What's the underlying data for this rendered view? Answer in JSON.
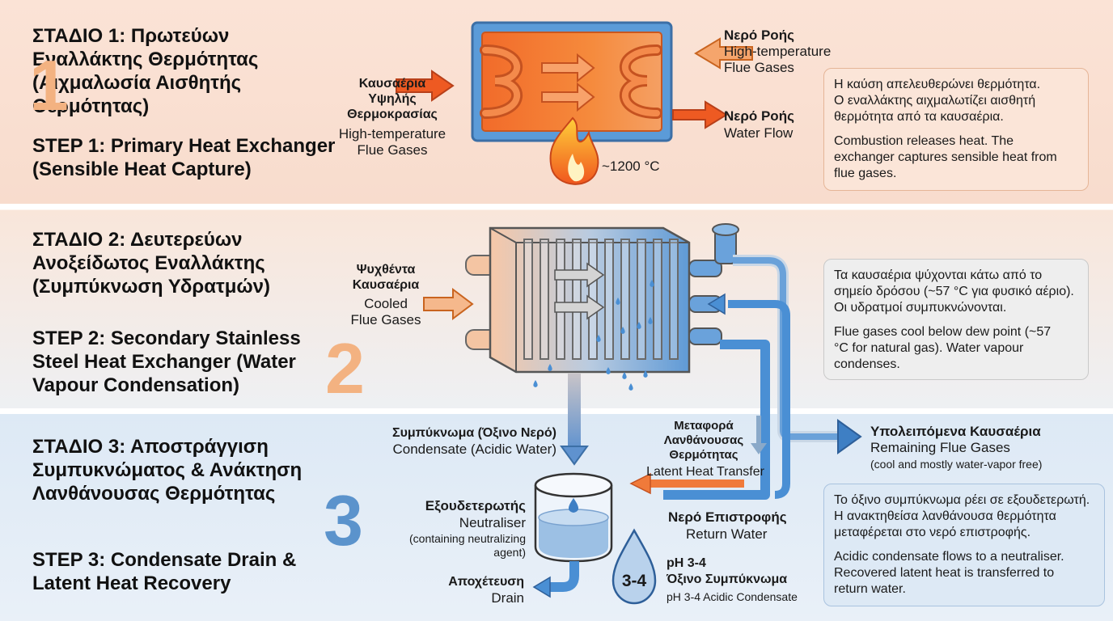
{
  "stage1": {
    "number": "1",
    "title_el": "ΣΤΑΔΙΟ 1: Πρωτεύων\nΕναλλάκτης Θερμότητας\n(Αιχμαλωσία Αισθητής\nΘερμότητας)",
    "title_en": "STEP 1: Primary Heat Exchanger\n(Sensible Heat Capture)",
    "flue_in_el": "Καυσαέρια\nΥψηλής\nΘερμοκρασίας",
    "flue_in_en": "High-temperature\nFlue Gases",
    "flow_top_el": "Νερό Ροής",
    "flow_top_en": "High-temperature\nFlue Gases",
    "flow_bottom_el": "Νερό Ροής",
    "flow_bottom_en": "Water Flow",
    "temperature": "~1200 °C",
    "box_el": "Η καύση απελευθερώνει θερμότητα.\nΟ εναλλάκτης αιχμαλωτίζει αισθητή\nθερμότητα από τα καυσαέρια.",
    "box_en": "Combustion releases heat. The\nexchanger captures sensible heat from\nflue gases."
  },
  "stage2": {
    "number": "2",
    "title_el": "ΣΤΑΔΙΟ 2: Δευτερεύων\nΑνοξείδωτος Εναλλάκτης\n(Συμπύκνωση Υδρατμών)",
    "title_en": "STEP 2: Secondary Stainless\nSteel Heat Exchanger (Water\nVapour Condensation)",
    "cooled_el": "Ψυχθέντα\nΚαυσαέρια",
    "cooled_en": "Cooled\nFlue Gases",
    "box_el": "Τα καυσαέρια ψύχονται κάτω από το\nσημείο δρόσου (~57 °C για φυσικό αέριο).\nΟι υδρατμοί συμπυκνώνονται.",
    "box_en": "Flue gases cool below dew point (~57\n°C for natural gas). Water vapour\ncondenses."
  },
  "stage3": {
    "number": "3",
    "title_el": "ΣΤΑΔΙΟ 3: Αποστράγγιση\nΣυμπυκνώματος & Ανάκτηση\nΛανθάνουσας Θερμότητας",
    "title_en": "STEP 3: Condensate Drain &\nLatent Heat Recovery",
    "condensate_el": "Συμπύκνωμα (Όξινο Νερό)",
    "condensate_en": "Condensate (Acidic Water)",
    "latent_el": "Μεταφορά\nΛανθάνουσας\nΘερμότητας",
    "latent_en": "Latent Heat Transfer",
    "remaining_el": "Υπολειπόμενα Καυσαέρια",
    "remaining_en": "Remaining Flue Gases",
    "remaining_note": "(cool and mostly water-vapor free)",
    "neutraliser_el": "Εξουδετερωτής",
    "neutraliser_en": "Neutraliser",
    "neutraliser_note": "(containing neutralizing\nagent)",
    "return_el": "Νερό Επιστροφής",
    "return_en": "Return Water",
    "drain_el": "Αποχέτευση",
    "drain_en": "Drain",
    "ph_badge": "3-4",
    "ph_el_1": "pH 3-4",
    "ph_el_2": "Όξινο Συμπύκνωμα",
    "ph_en": "pH 3-4 Acidic Condensate",
    "box_el": "Το όξινο συμπύκνωμα ρέει σε εξουδετερωτή.\nΗ ανακτηθείσα λανθάνουσα θερμότητα\nμεταφέρεται στο νερό επιστροφής.",
    "box_en": "Acidic condensate flows to a neutraliser.\nRecovered latent heat is transferred to\nreturn water."
  },
  "colors": {
    "hot": "#f07a3a",
    "cold": "#4a8fd4",
    "accent_orange": "#f3a66f",
    "accent_blue": "#5b93cc"
  }
}
